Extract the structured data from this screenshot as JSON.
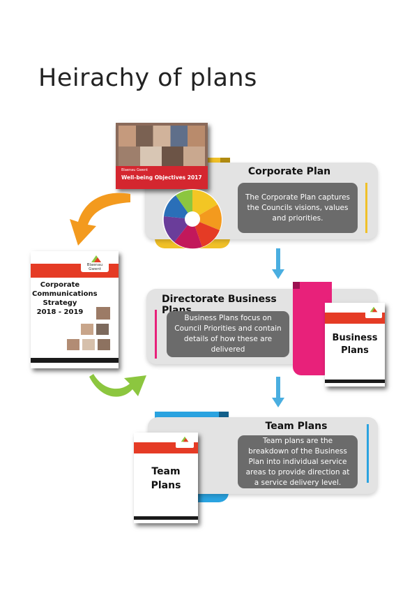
{
  "page": {
    "title": "Heirachy of plans"
  },
  "corporate": {
    "title": "Corporate Plan",
    "description": "The Corporate Plan captures the Councils visions, values and priorities.",
    "cover_org": "Blaenau Gwent",
    "cover_title": "Well-being Objectives 2017",
    "accent": "#f0c028"
  },
  "directorate": {
    "title": "Directorate Business Plans",
    "description": "Business Plans focus on Council Priorities and contain details of how these are delivered",
    "doc_title": "Business Plans",
    "accent": "#e8217a"
  },
  "team": {
    "title": "Team Plans",
    "description": "Team plans are the breakdown of the Business Plan into individual service areas to provide direction at a service delivery level.",
    "doc_title": "Team Plans",
    "accent": "#2aa3e0"
  },
  "comms": {
    "doc_title": "Corporate Communications Strategy 2018 - 2019",
    "org": "Blaenau Gwent"
  },
  "colors": {
    "arrow_orange": "#f39a1e",
    "arrow_green": "#8cc63f",
    "arrow_blue": "#4aaee0"
  }
}
